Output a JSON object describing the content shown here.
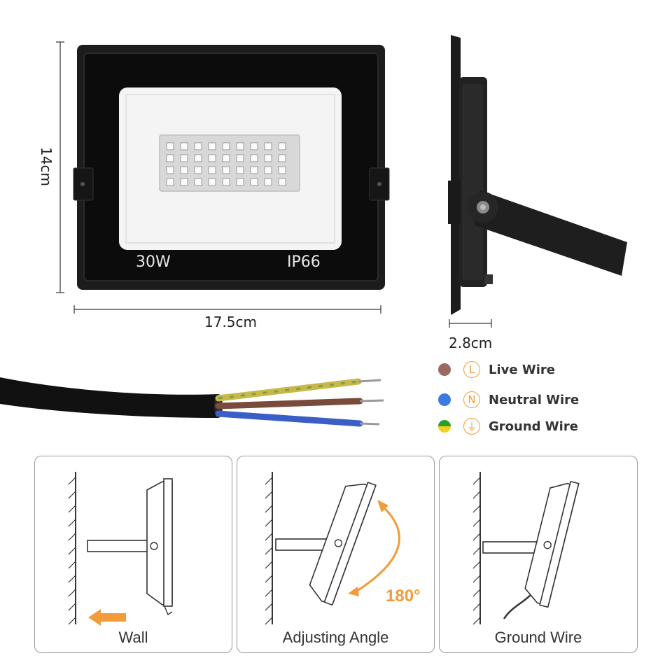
{
  "product": {
    "power_label": "30W",
    "rating_label": "IP66"
  },
  "dimensions": {
    "height_label": "14cm",
    "width_label": "17.5cm",
    "depth_label": "2.8cm"
  },
  "wires": [
    {
      "symbol": "L",
      "label": "Live Wire",
      "color": "#9b6a5e"
    },
    {
      "symbol": "N",
      "label": "Neutral Wire",
      "color": "#3b7be0"
    },
    {
      "symbol": "⏚",
      "label": "Ground Wire",
      "color": "#f0d020"
    }
  ],
  "installation": {
    "panels": [
      {
        "label": "Wall"
      },
      {
        "label": "Adjusting Angle",
        "angle_label": "180°"
      },
      {
        "label": "Ground Wire"
      }
    ]
  },
  "colors": {
    "accent": "#f39a3a",
    "housing": "#1a1a1a"
  }
}
